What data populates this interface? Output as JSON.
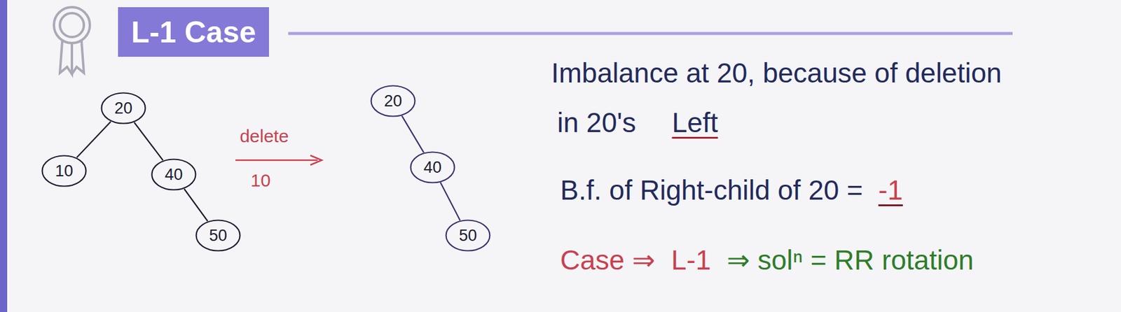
{
  "diagram": {
    "title": "L-1 Case",
    "nodes": [
      {
        "text": [
          "20"
        ]
      },
      {
        "text": [
          "10"
        ]
      },
      {
        "text": [
          "40"
        ]
      },
      {
        "text": [
          "50"
        ]
      },
      {
        "text": [
          "20"
        ]
      },
      {
        "text": [
          "40"
        ]
      },
      {
        "text": [
          "50"
        ]
      }
    ],
    "edges": [
      {
        "from": 0,
        "to": 1,
        "arrow": "none"
      },
      {
        "from": 0,
        "to": 2,
        "arrow": "none"
      },
      {
        "from": 2,
        "to": 3,
        "arrow": "none"
      },
      {
        "from": 4,
        "to": 5,
        "arrow": "none"
      },
      {
        "from": 5,
        "to": 6,
        "arrow": "none"
      }
    ],
    "labels": [
      "delete",
      "10",
      "Imbalance at 20, because of deletion",
      "in 20's",
      "Left",
      "B.f. of Right-child of 20 =",
      "-1",
      "Case ⇒",
      "L-1",
      "⇒ solⁿ = RR rotation"
    ]
  }
}
